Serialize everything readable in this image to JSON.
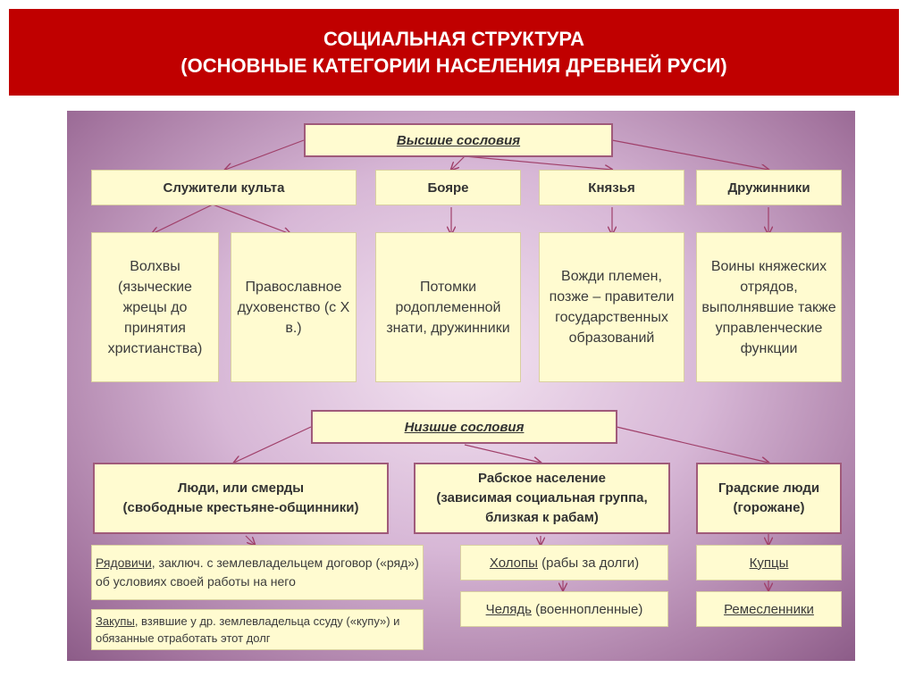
{
  "title": {
    "line1": "СОЦИАЛЬНАЯ СТРУКТУРА",
    "line2": "(ОСНОВНЫЕ КАТЕГОРИИ НАСЕЛЕНИЯ ДРЕВНЕЙ РУСИ)"
  },
  "upper": {
    "label": "Высшие сословия",
    "groups": [
      {
        "name": "Служители культа"
      },
      {
        "name": "Бояре"
      },
      {
        "name": "Князья"
      },
      {
        "name": "Дружинники"
      }
    ],
    "descriptions": [
      "Волхвы (языческие жрецы до принятия христианства)",
      "Православное духовенство (с X в.)",
      "Потомки родоплеменной знати, дружинники",
      "Вожди племен, позже – правители государственных образований",
      "Воины княжеских отрядов, выполнявшие также управленческие функции"
    ]
  },
  "lower": {
    "label": "Низшие сословия",
    "groups": [
      {
        "line1": "Люди, или смерды",
        "line2": "(свободные крестьяне-общинники)"
      },
      {
        "line1": "Рабское население",
        "line2": "(зависимая социальная группа,",
        "line3": "близкая к рабам)"
      },
      {
        "line1": "Градские люди",
        "line2": "(горожане)"
      }
    ],
    "smerdy_sub": [
      {
        "term": "Рядовичи",
        "rest": ", заключ. с землевладельцем договор («ряд») об условиях своей работы на него"
      },
      {
        "term": "Закупы",
        "rest": ", взявшие у др. землевладельца ссуду («купу») и обязанные отработать этот долг"
      }
    ],
    "slaves_sub": [
      {
        "term": "Холопы",
        "rest": " (рабы за долги)"
      },
      {
        "term": "Челядь",
        "rest": " (военнопленные)"
      }
    ],
    "townspeople_sub": [
      {
        "term": "Купцы",
        "rest": ""
      },
      {
        "term": "Ремесленники",
        "rest": ""
      }
    ]
  },
  "colors": {
    "header_bg": "#c00000",
    "box_fill": "#fffbd0",
    "arrow": "#a0406a",
    "panel": "#c7a3c5"
  }
}
